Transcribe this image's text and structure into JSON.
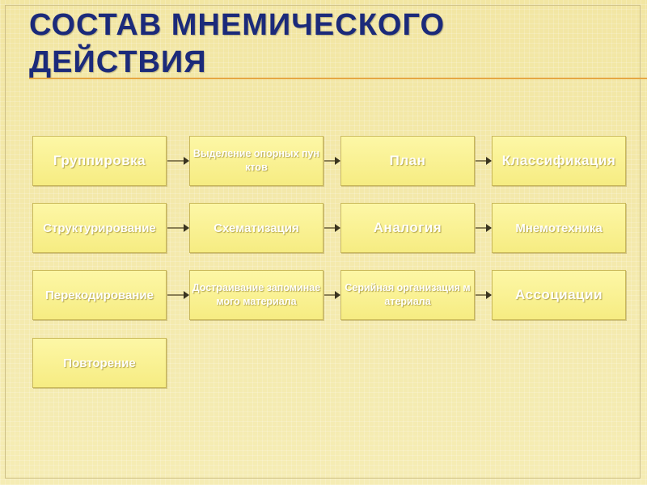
{
  "title": "СОСТАВ МНЕМИЧЕСКОГО ДЕЙСТВИЯ",
  "rows": [
    [
      "Группировка",
      "Выделение опорных пунктов",
      "План",
      "Классификация"
    ],
    [
      "Структурирование",
      "Схематизация",
      "Аналогия",
      "Мнемотехника"
    ],
    [
      "Перекодирование",
      "Достраивание запоминаемого материала",
      "Серийная организация материала",
      "Ассоциации"
    ],
    [
      "Повторение"
    ]
  ],
  "colors": {
    "title": "#1b2a7a",
    "box_fill": "#f6ec82",
    "box_border": "#c9b85a",
    "box_text": "#ffffff",
    "rule": "#e6a742"
  }
}
